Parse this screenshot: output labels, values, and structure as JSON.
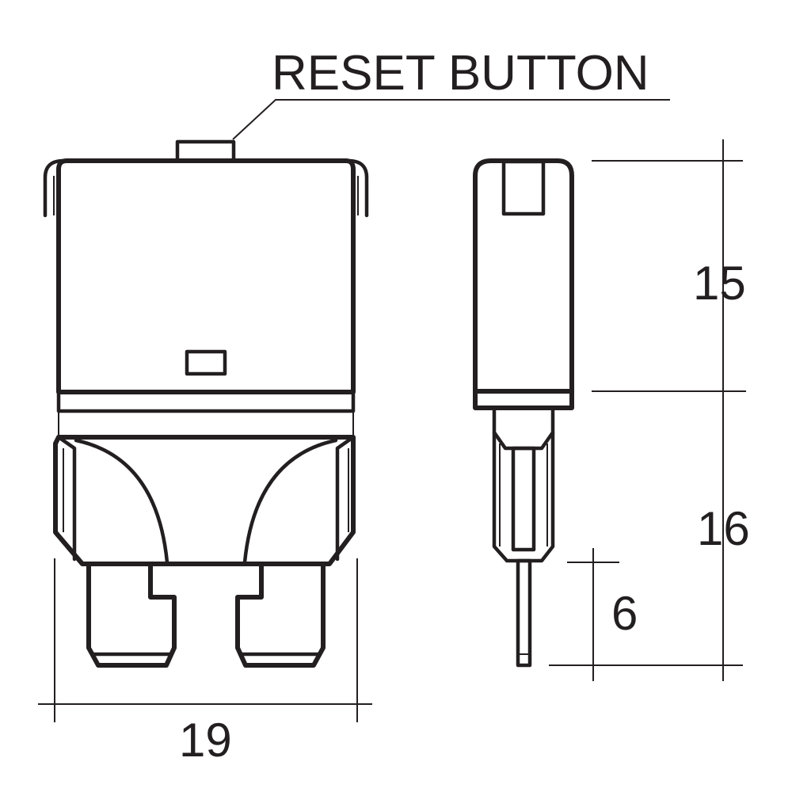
{
  "callout": {
    "reset_button_label": "RESET BUTTON"
  },
  "dimensions": {
    "width": "19",
    "body_height": "15",
    "terminal_height": "16",
    "blade_length": "6"
  },
  "colors": {
    "line": "#231f20",
    "background": "#ffffff"
  }
}
